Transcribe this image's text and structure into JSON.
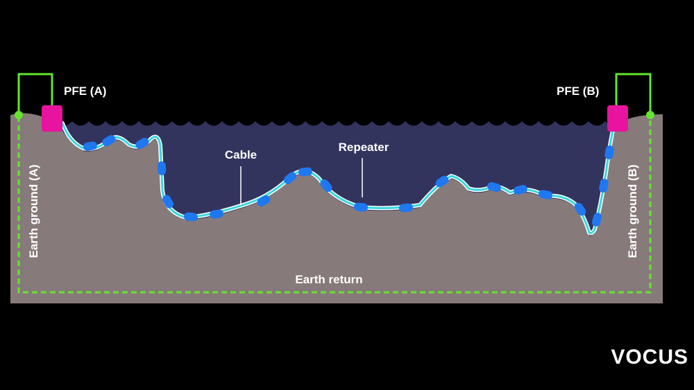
{
  "labels": {
    "pfe_a": "PFE (A)",
    "pfe_b": "PFE (B)",
    "cable": "Cable",
    "repeater": "Repeater",
    "earth_ground_a": "Earth ground (A)",
    "earth_ground_b": "Earth ground (B)",
    "earth_return": "Earth return"
  },
  "logo": {
    "text": "VOCUS"
  },
  "colors": {
    "background": "#000000",
    "ocean": "#32345e",
    "seabed": "#877a7b",
    "cable": "#38d7de",
    "repeater": "#1f78f0",
    "pfe": "#e8139f",
    "earth_circuit": "#62e52c"
  }
}
